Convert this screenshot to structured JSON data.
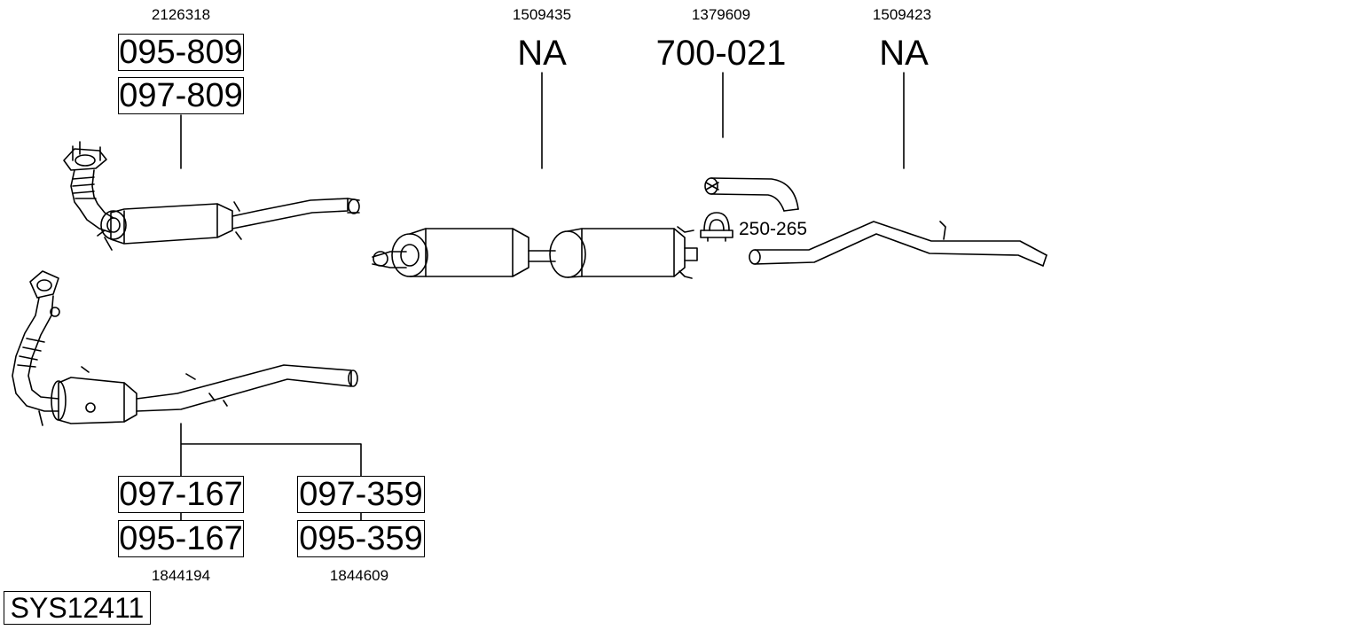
{
  "groups": {
    "g1": {
      "ref": "2126318",
      "codes": [
        "095-809",
        "097-809"
      ]
    },
    "g2": {
      "ref": "1509435",
      "code": "NA"
    },
    "g3": {
      "ref": "1379609",
      "code": "700-021"
    },
    "g4": {
      "ref": "1509423",
      "code": "NA"
    },
    "g5": {
      "ref": "1844194",
      "codes": [
        "097-167",
        "095-167"
      ]
    },
    "g6": {
      "ref": "1844609",
      "codes": [
        "097-359",
        "095-359"
      ]
    }
  },
  "clamp": {
    "code": "250-265"
  },
  "system": {
    "id": "SYS12411"
  }
}
